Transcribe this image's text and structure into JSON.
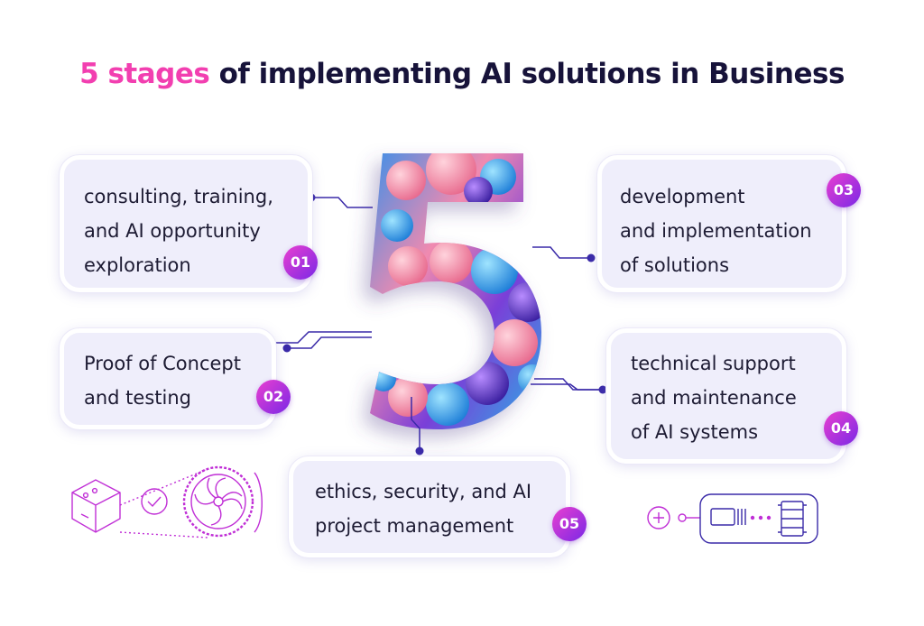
{
  "title": {
    "accent": "5 stages",
    "rest": "of implementing AI solutions in Business"
  },
  "stages": [
    {
      "number": "01",
      "text": "consulting, training,\nand AI opportunity\nexploration"
    },
    {
      "number": "02",
      "text": "Proof of Concept\nand testing"
    },
    {
      "number": "03",
      "text": "development\nand implementation\nof solutions"
    },
    {
      "number": "04",
      "text": "technical support\nand maintenance\nof AI systems"
    },
    {
      "number": "05",
      "text": "ethics, security, and AI\nproject management"
    }
  ],
  "center_numeral": "5",
  "colors": {
    "accent": "#f23fb0",
    "title": "#17133a",
    "badge_start": "#ea3fd0",
    "badge_end": "#7a28e6",
    "line": "#3a2aa8",
    "icon": "#c02fd6"
  },
  "icons": [
    "cube-icon",
    "check-circle-icon",
    "fan-icon",
    "plus-circle-icon",
    "server-rack-icon"
  ]
}
